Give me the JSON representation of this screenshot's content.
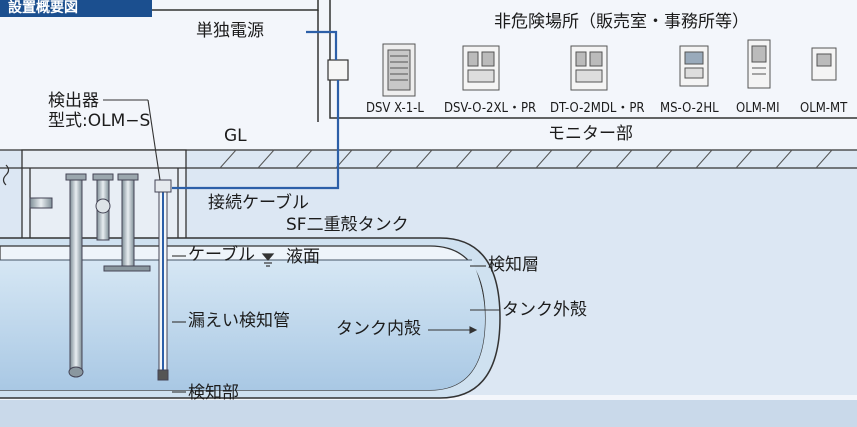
{
  "header": {
    "title": "設置概要図"
  },
  "labels": {
    "power": "単独電源",
    "area": "非危険場所（販売室・事務所等）",
    "detector": "検出器",
    "model": "型式:OLM−S",
    "gl": "GL",
    "monitor": "モニター部",
    "cable_conn": "接続ケーブル",
    "tank": "SF二重殻タンク",
    "cable": "ケーブル",
    "level": "液面",
    "layer": "検知層",
    "outer": "タンク外殻",
    "pipe": "漏えい検知管",
    "inner": "タンク内殻",
    "sensor": "検知部"
  },
  "monitors": [
    {
      "label": "DSV X-1-L",
      "icon": "rack-panel-icon"
    },
    {
      "label": "DSV-O-2XL・PR",
      "icon": "panel-unit-icon"
    },
    {
      "label": "DT-O-2MDL・PR",
      "icon": "panel-unit-icon"
    },
    {
      "label": "MS-O-2HL",
      "icon": "display-unit-icon"
    },
    {
      "label": "OLM-MI",
      "icon": "tall-unit-icon"
    },
    {
      "label": "OLM-MT",
      "icon": "small-unit-icon"
    }
  ],
  "colors": {
    "accent": "#1b4f8f",
    "liquid": "#c4dcef",
    "ground": "#c9d9ea",
    "wire": "#2c5fa8"
  }
}
